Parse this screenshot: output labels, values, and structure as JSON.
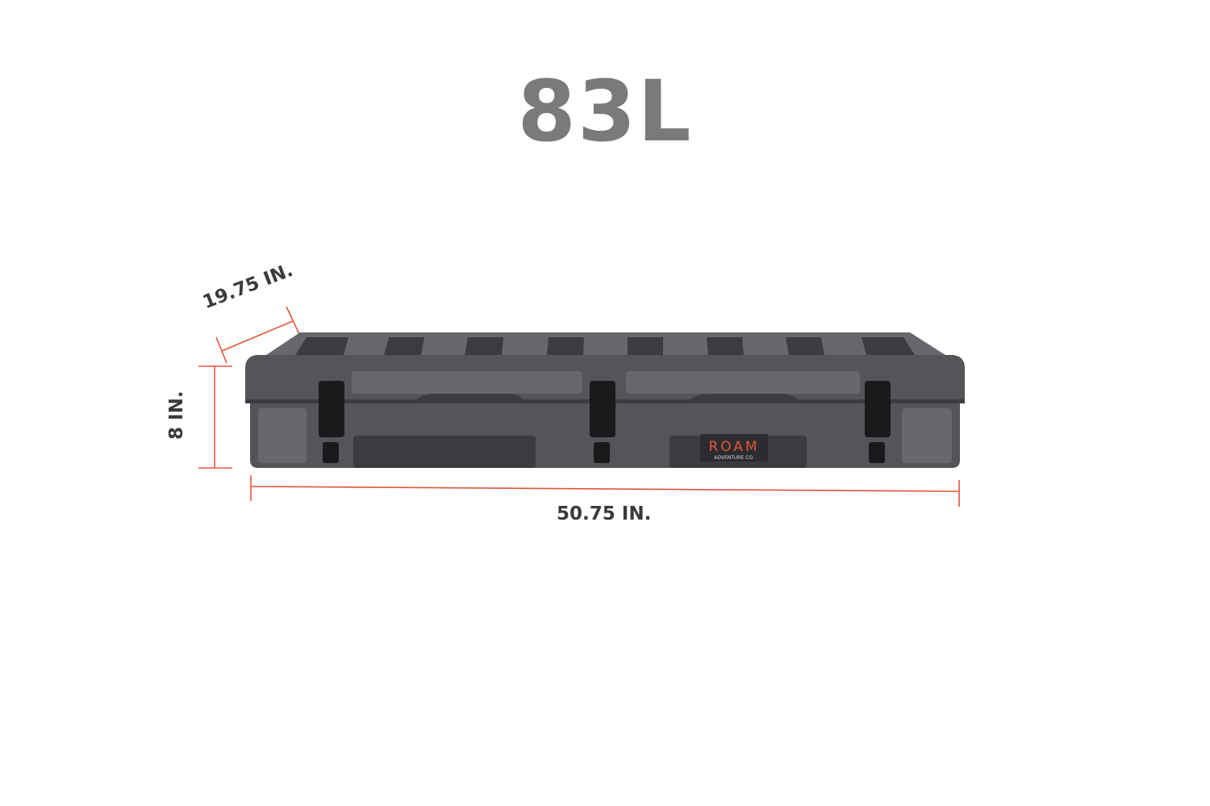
{
  "title": "83L",
  "dimensions": {
    "depth": "19.75 IN.",
    "height": "8 IN.",
    "width": "50.75 IN."
  },
  "brand": {
    "name": "ROAM",
    "tagline": "ADVENTURE CO."
  },
  "colors": {
    "title": "#7a7a7a",
    "dimension_text": "#3a3a3a",
    "dimension_line": "#e2553a",
    "case_body": "#555559",
    "case_dark": "#3c3c40",
    "case_light": "#67676c",
    "latch": "#1a1a1c",
    "brand_red": "#e2553a"
  }
}
